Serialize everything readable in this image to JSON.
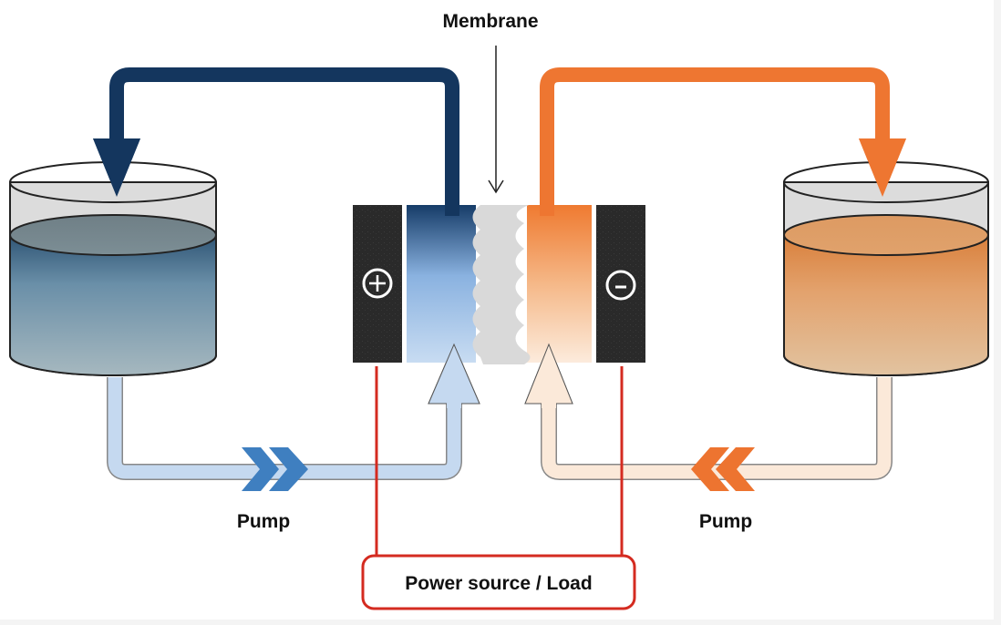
{
  "diagram": {
    "title": "Redox flow battery schematic",
    "labels": {
      "membrane": "Membrane",
      "pump_left": "Pump",
      "pump_right": "Pump",
      "power_box": "Power source / Load",
      "positive_symbol": "+",
      "negative_symbol": "−"
    },
    "colors": {
      "catholyte_dark": "#14365e",
      "catholyte_mid": "#8db4e2",
      "catholyte_light": "#c5d9f0",
      "catholyte_pump": "#3f7fc0",
      "anolyte_dark": "#ee7631",
      "anolyte_light": "#fbe9d9",
      "anolyte_pump": "#ed7430",
      "membrane": "#d9d9d9",
      "electrode": "#2b2b2b",
      "wire": "#d42b20",
      "tank_glass": "#dcdcdc"
    },
    "components": [
      {
        "id": "left-tank",
        "name": "Positive electrolyte tank"
      },
      {
        "id": "right-tank",
        "name": "Negative electrolyte tank"
      },
      {
        "id": "positive-electrode",
        "name": "Positive electrode"
      },
      {
        "id": "negative-electrode",
        "name": "Negative electrode"
      },
      {
        "id": "membrane",
        "name": "Membrane"
      },
      {
        "id": "left-pump",
        "name": "Pump"
      },
      {
        "id": "right-pump",
        "name": "Pump"
      },
      {
        "id": "power-box",
        "name": "Power source / Load"
      }
    ]
  }
}
